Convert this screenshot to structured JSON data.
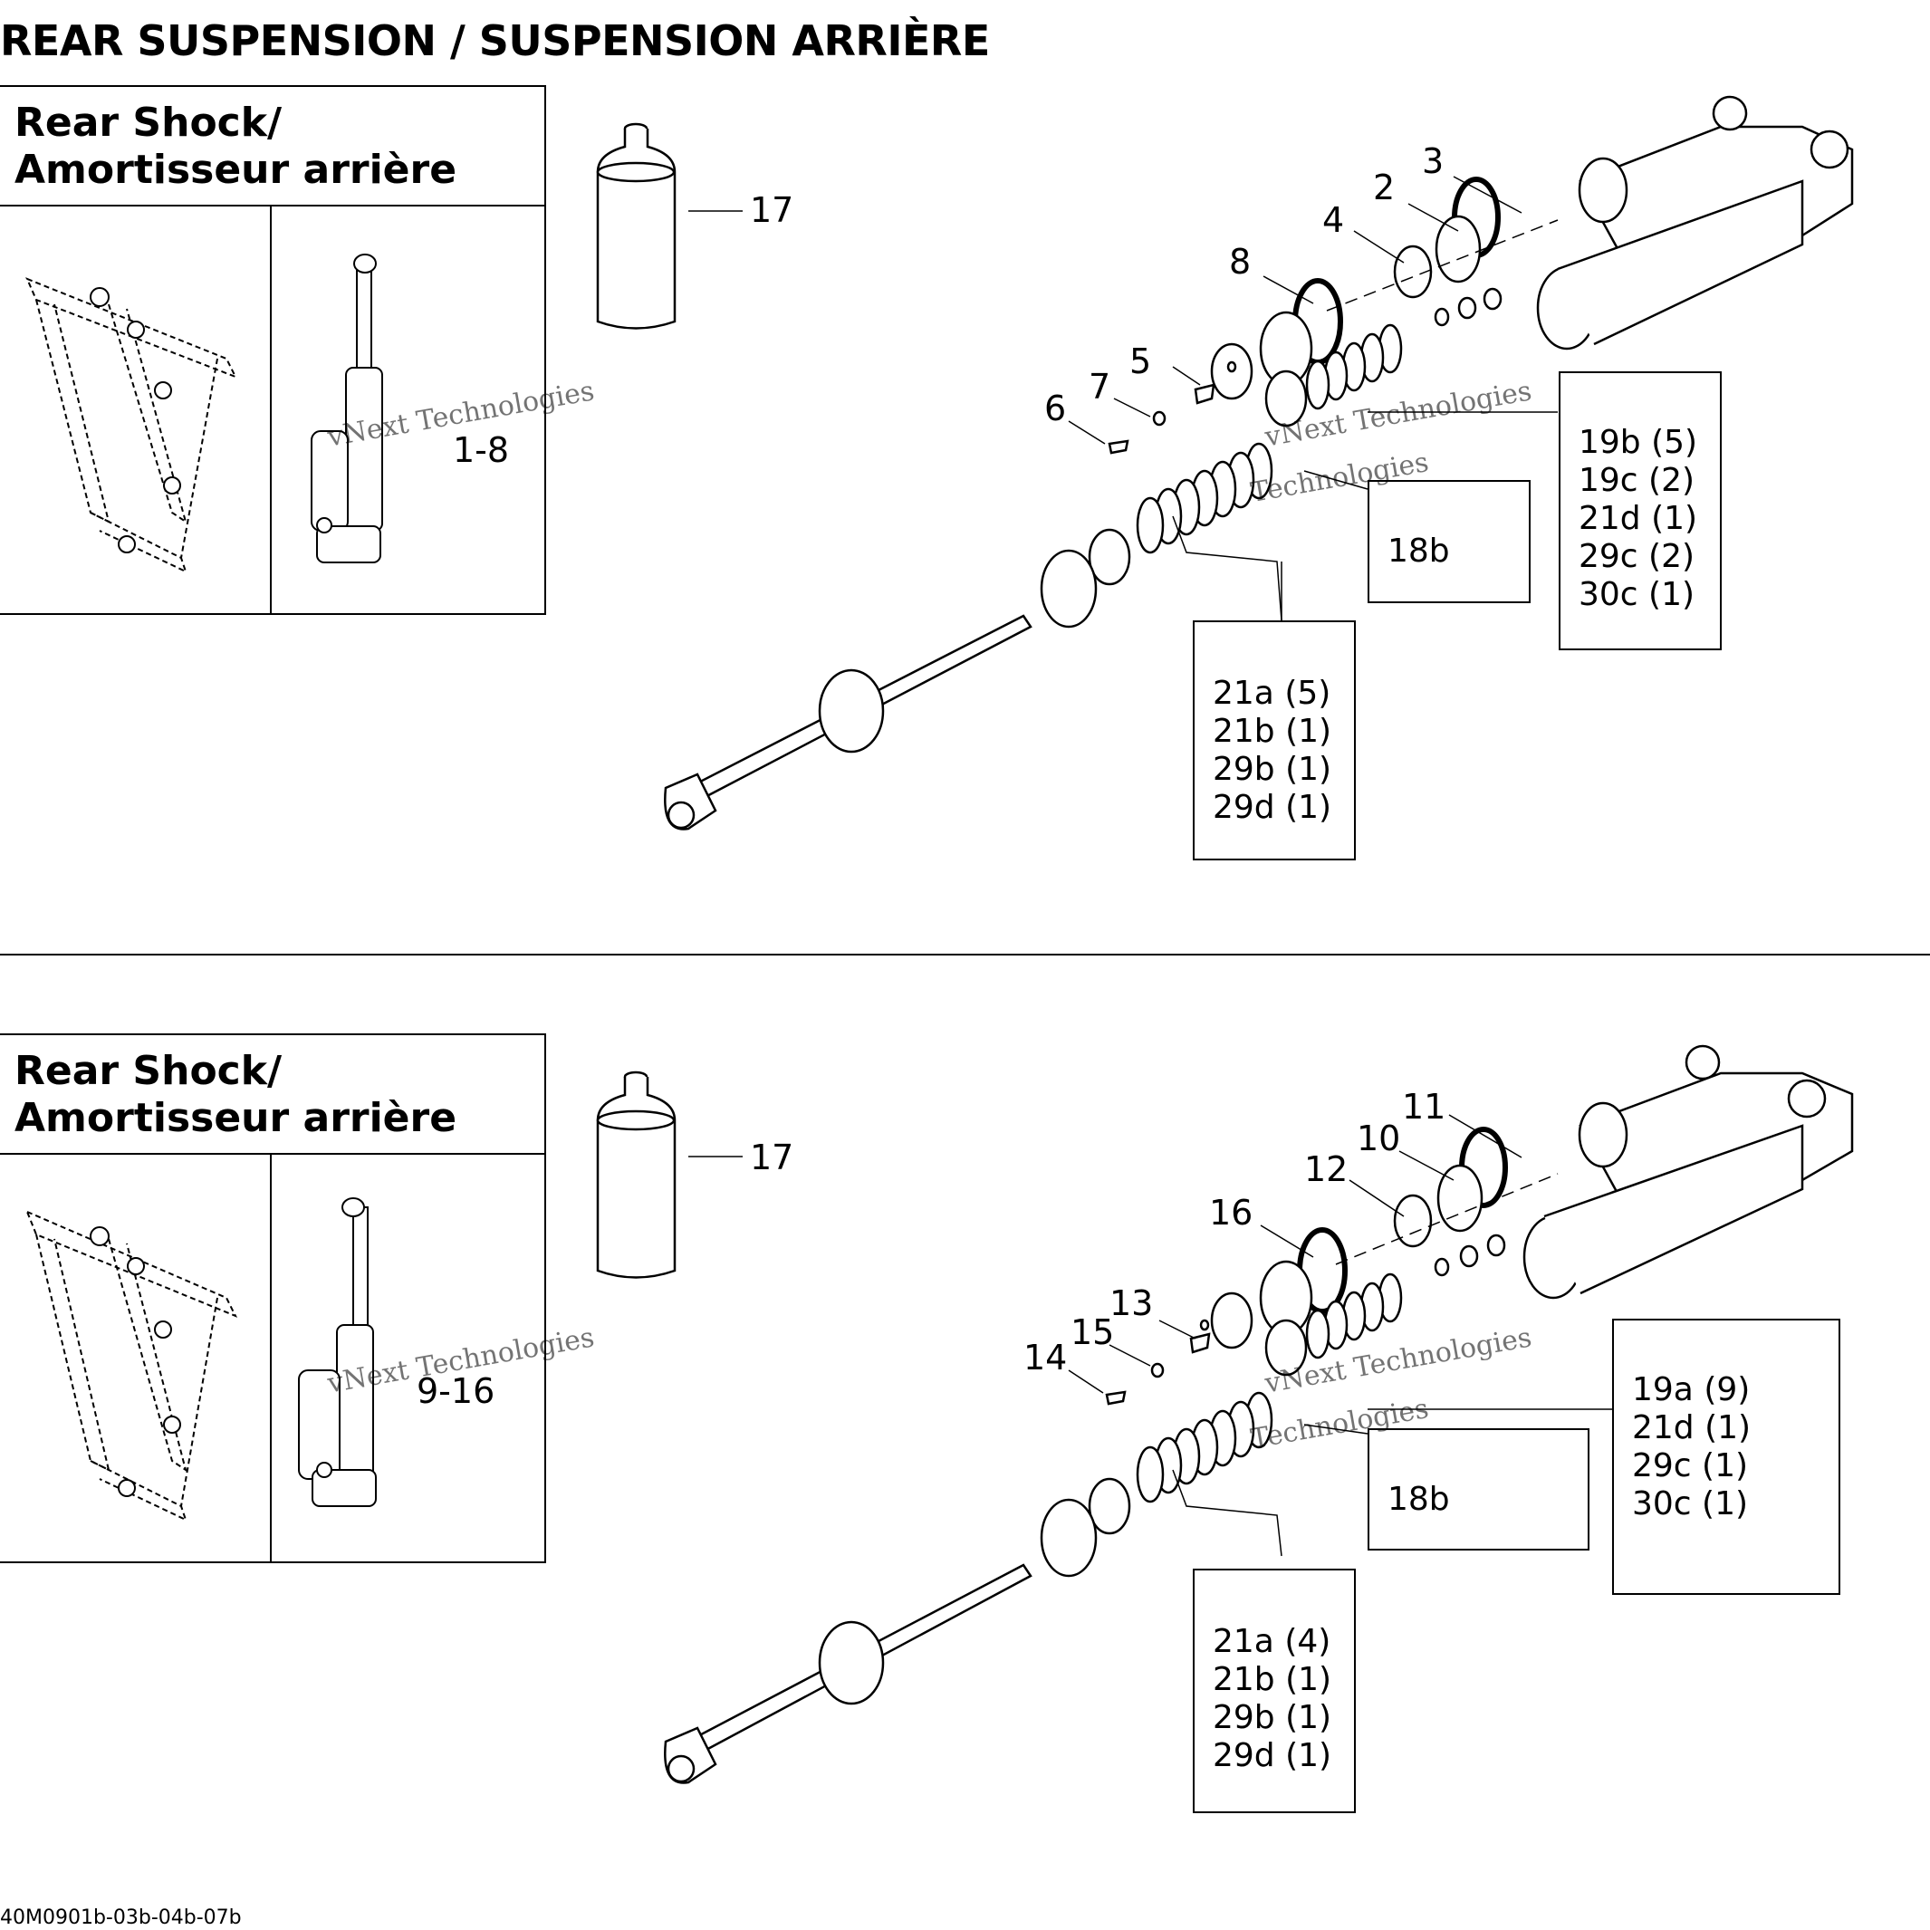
{
  "title": "REAR SUSPENSION / SUSPENSION ARRIÈRE",
  "footer": "40M0901b-03b-04b-07b",
  "watermark": {
    "line1": "vNext Technologies",
    "line2": "Technologies"
  },
  "colors": {
    "ink": "#000000",
    "background": "#ffffff"
  },
  "panels": [
    {
      "title_line1": "Rear Shock/",
      "title_line2": "Amortisseur arrière",
      "callout": "1-8",
      "parts": [
        {
          "label": "17"
        },
        {
          "label": "3"
        },
        {
          "label": "2"
        },
        {
          "label": "4"
        },
        {
          "label": "8"
        },
        {
          "label": "5"
        },
        {
          "label": "7"
        },
        {
          "label": "6"
        }
      ],
      "box_a": [
        "18b"
      ],
      "box_b": [
        "19b (5)",
        "19c (2)",
        "21d (1)",
        "29c (2)",
        "30c (1)"
      ],
      "box_c": [
        "21a (5)",
        "21b (1)",
        "29b (1)",
        "29d (1)"
      ]
    },
    {
      "title_line1": "Rear Shock/",
      "title_line2": "Amortisseur arrière",
      "callout": "9-16",
      "parts": [
        {
          "label": "17"
        },
        {
          "label": "11"
        },
        {
          "label": "10"
        },
        {
          "label": "12"
        },
        {
          "label": "16"
        },
        {
          "label": "13"
        },
        {
          "label": "15"
        },
        {
          "label": "14"
        }
      ],
      "box_a": [
        "18b"
      ],
      "box_b": [
        "19a (9)",
        "21d (1)",
        "29c (1)",
        "30c (1)"
      ],
      "box_c": [
        "21a (4)",
        "21b (1)",
        "29b (1)",
        "29d (1)"
      ]
    }
  ]
}
